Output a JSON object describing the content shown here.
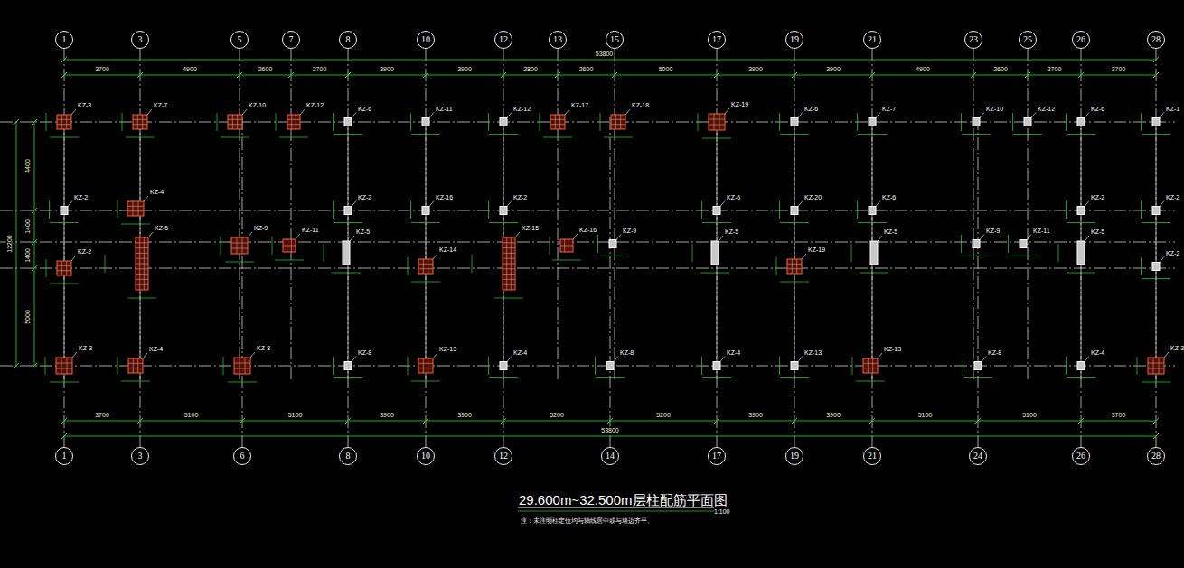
{
  "diagram": {
    "title": "29.600m~32.500m层柱配筋平面图",
    "caption": "注：未注明柱定位均与轴线居中或与墙边齐平。",
    "nodes": [
      {
        "text": [
          "1"
        ]
      },
      {
        "text": [
          "3"
        ]
      },
      {
        "text": [
          "5"
        ]
      },
      {
        "text": [
          "7"
        ]
      },
      {
        "text": [
          "8"
        ]
      },
      {
        "text": [
          "10"
        ]
      },
      {
        "text": [
          "12"
        ]
      },
      {
        "text": [
          "13"
        ]
      },
      {
        "text": [
          "15"
        ]
      },
      {
        "text": [
          "17"
        ]
      },
      {
        "text": [
          "19"
        ]
      },
      {
        "text": [
          "21"
        ]
      },
      {
        "text": [
          "23"
        ]
      },
      {
        "text": [
          "25"
        ]
      },
      {
        "text": [
          "26"
        ]
      },
      {
        "text": [
          "28"
        ]
      },
      {
        "text": [
          "1"
        ]
      },
      {
        "text": [
          "3"
        ]
      },
      {
        "text": [
          "6"
        ]
      },
      {
        "text": [
          "8"
        ]
      },
      {
        "text": [
          "10"
        ]
      },
      {
        "text": [
          "12"
        ]
      },
      {
        "text": [
          "14"
        ]
      },
      {
        "text": [
          "17"
        ]
      },
      {
        "text": [
          "19"
        ]
      },
      {
        "text": [
          "21"
        ]
      },
      {
        "text": [
          "24"
        ]
      },
      {
        "text": [
          "26"
        ]
      },
      {
        "text": [
          "28"
        ]
      }
    ],
    "labels": [
      "3700",
      "4900",
      "2600",
      "2700",
      "3900",
      "3900",
      "2800",
      "2600",
      "5000",
      "3900",
      "3900",
      "4900",
      "2600",
      "2700",
      "3700",
      "53800",
      "3700",
      "5100",
      "5100",
      "3900",
      "3900",
      "5200",
      "5200",
      "3900",
      "3900",
      "5100",
      "5100",
      "3700",
      "53800",
      "4400",
      "1400",
      "1400",
      "5000",
      "12200",
      "KZ-3",
      "KZ-7",
      "KZ-10",
      "KZ-12",
      "KZ-6",
      "KZ-11",
      "KZ-12",
      "KZ-17",
      "KZ-18",
      "KZ-19",
      "KZ-6",
      "KZ-7",
      "KZ-10",
      "KZ-12",
      "KZ-6",
      "KZ-1",
      "KZ-2",
      "KZ-4",
      "KZ-2",
      "KZ-16",
      "KZ-2",
      "KZ-6",
      "KZ-20",
      "KZ-6",
      "KZ-2",
      "KZ-2",
      "KZ-5",
      "KZ-9",
      "KZ-11",
      "KZ-5",
      "KZ-15",
      "KZ-16",
      "KZ-9",
      "KZ-5",
      "KZ-5",
      "KZ-9",
      "KZ-11",
      "KZ-5",
      "KZ-2",
      "KZ-14",
      "KZ-19",
      "KZ-2",
      "KZ-3",
      "KZ-4",
      "KZ-8",
      "KZ-8",
      "KZ-13",
      "KZ-4",
      "KZ-8",
      "KZ-4",
      "KZ-13",
      "KZ-13",
      "KZ-8",
      "KZ-4",
      "KZ-3",
      "1:100"
    ]
  }
}
